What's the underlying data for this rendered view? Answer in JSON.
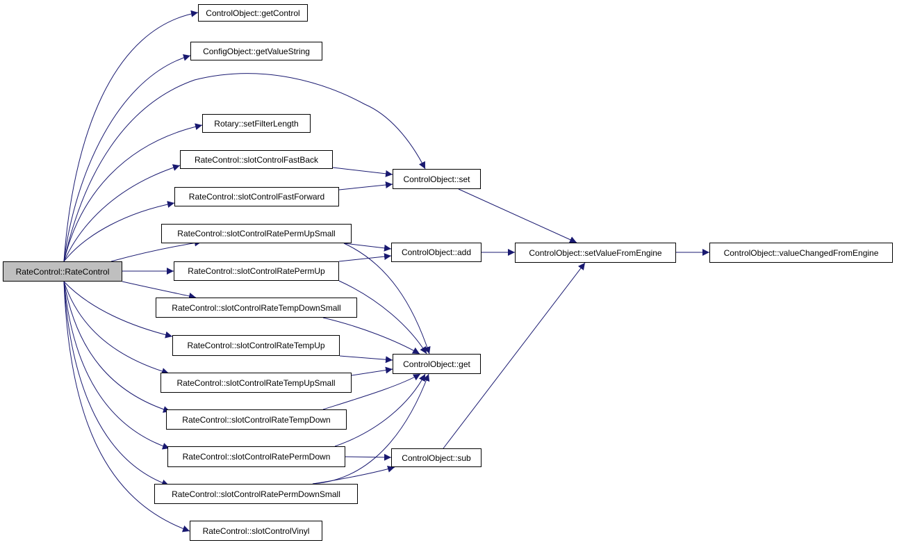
{
  "diagram": {
    "edge_color": "#191970",
    "root_fill": "#bfbfbf",
    "nodes": [
      {
        "id": "root",
        "label": "RateControl::RateControl"
      },
      {
        "id": "getControl",
        "label": "ControlObject::getControl"
      },
      {
        "id": "getValueString",
        "label": "ConfigObject::getValueString"
      },
      {
        "id": "setFilterLength",
        "label": "Rotary::setFilterLength"
      },
      {
        "id": "fastBack",
        "label": "RateControl::slotControlFastBack"
      },
      {
        "id": "fastForward",
        "label": "RateControl::slotControlFastForward"
      },
      {
        "id": "permUpSmall",
        "label": "RateControl::slotControlRatePermUpSmall"
      },
      {
        "id": "permUp",
        "label": "RateControl::slotControlRatePermUp"
      },
      {
        "id": "tempDownSmall",
        "label": "RateControl::slotControlRateTempDownSmall"
      },
      {
        "id": "tempUp",
        "label": "RateControl::slotControlRateTempUp"
      },
      {
        "id": "tempUpSmall",
        "label": "RateControl::slotControlRateTempUpSmall"
      },
      {
        "id": "tempDown",
        "label": "RateControl::slotControlRateTempDown"
      },
      {
        "id": "permDown",
        "label": "RateControl::slotControlRatePermDown"
      },
      {
        "id": "permDownSmall",
        "label": "RateControl::slotControlRatePermDownSmall"
      },
      {
        "id": "vinyl",
        "label": "RateControl::slotControlVinyl"
      },
      {
        "id": "set",
        "label": "ControlObject::set"
      },
      {
        "id": "add",
        "label": "ControlObject::add"
      },
      {
        "id": "get",
        "label": "ControlObject::get"
      },
      {
        "id": "sub",
        "label": "ControlObject::sub"
      },
      {
        "id": "setValueFromEngine",
        "label": "ControlObject::setValueFromEngine"
      },
      {
        "id": "valueChangedFromEngine",
        "label": "ControlObject::valueChangedFromEngine"
      }
    ],
    "edges": [
      [
        "root",
        "getControl"
      ],
      [
        "root",
        "getValueString"
      ],
      [
        "root",
        "set"
      ],
      [
        "root",
        "setFilterLength"
      ],
      [
        "root",
        "fastBack"
      ],
      [
        "root",
        "fastForward"
      ],
      [
        "root",
        "permUpSmall"
      ],
      [
        "root",
        "permUp"
      ],
      [
        "root",
        "tempDownSmall"
      ],
      [
        "root",
        "tempUp"
      ],
      [
        "root",
        "tempUpSmall"
      ],
      [
        "root",
        "tempDown"
      ],
      [
        "root",
        "permDown"
      ],
      [
        "root",
        "permDownSmall"
      ],
      [
        "root",
        "vinyl"
      ],
      [
        "fastBack",
        "set"
      ],
      [
        "fastForward",
        "set"
      ],
      [
        "permUpSmall",
        "add"
      ],
      [
        "permUpSmall",
        "get"
      ],
      [
        "permUp",
        "add"
      ],
      [
        "permUp",
        "get"
      ],
      [
        "tempDownSmall",
        "get"
      ],
      [
        "tempUp",
        "get"
      ],
      [
        "tempUpSmall",
        "get"
      ],
      [
        "tempDown",
        "get"
      ],
      [
        "permDown",
        "get"
      ],
      [
        "permDown",
        "sub"
      ],
      [
        "permDownSmall",
        "get"
      ],
      [
        "permDownSmall",
        "sub"
      ],
      [
        "set",
        "setValueFromEngine"
      ],
      [
        "add",
        "setValueFromEngine"
      ],
      [
        "sub",
        "setValueFromEngine"
      ],
      [
        "setValueFromEngine",
        "valueChangedFromEngine"
      ]
    ]
  }
}
